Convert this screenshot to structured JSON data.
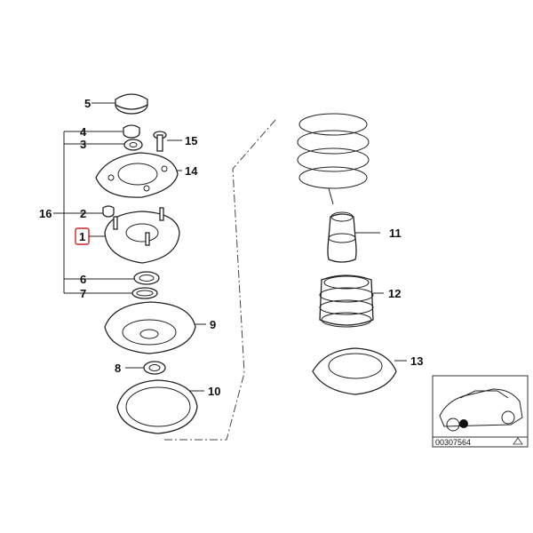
{
  "diagram": {
    "callouts": [
      "1",
      "2",
      "3",
      "4",
      "5",
      "6",
      "7",
      "8",
      "9",
      "10",
      "11",
      "12",
      "13",
      "14",
      "15",
      "16"
    ],
    "highlighted_callout": "1",
    "highlight_color": "#cc2222",
    "inset": {
      "part_number": "00307564"
    }
  }
}
